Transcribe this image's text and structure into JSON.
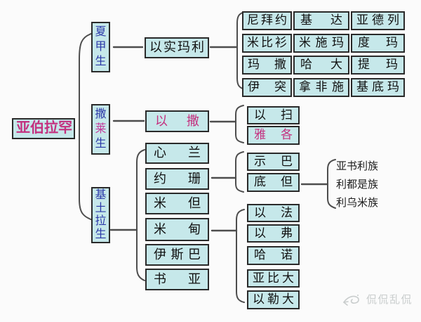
{
  "colors": {
    "box_fill": "#c6e8ea",
    "box_border": "#2a2a2a",
    "connector_line": "#4d4d4d",
    "name_text": "#111111",
    "mother_text": "#2b38a8",
    "highlight_text": "#c4307f",
    "watermark_text": "#c9cdcd",
    "background": "#fbfbfb"
  },
  "root": {
    "label": "亚伯拉罕",
    "color": "#c4307f"
  },
  "mothers": [
    {
      "id": "hagar",
      "chars": [
        {
          "t": "夏",
          "color": "#2b38a8"
        },
        {
          "t": "甲",
          "color": "#2b38a8"
        },
        {
          "t": "生",
          "color": "#2b38a8"
        }
      ]
    },
    {
      "id": "sarai",
      "chars": [
        {
          "t": "撒",
          "color": "#2b38a8"
        },
        {
          "t": "莱",
          "color": "#c23a9b"
        },
        {
          "t": "生",
          "color": "#2b38a8"
        }
      ]
    },
    {
      "id": "keturah",
      "chars": [
        {
          "t": "基",
          "color": "#2b38a8"
        },
        {
          "t": "土",
          "color": "#2b38a8"
        },
        {
          "t": "拉",
          "color": "#2b38a8"
        },
        {
          "t": "生",
          "color": "#2b38a8"
        }
      ]
    }
  ],
  "ishmael": {
    "name": "以实玛利",
    "sons": [
      [
        "尼拜约",
        "基达",
        "亚德列"
      ],
      [
        "米比衫",
        "米施玛",
        "度玛"
      ],
      [
        "玛撒",
        "哈大",
        "提玛"
      ],
      [
        "伊突",
        "拿非施",
        "基底玛"
      ]
    ]
  },
  "isaac": {
    "name": "以撒",
    "color": "#c4307f",
    "sons": [
      {
        "label": "以扫",
        "color": "#111111"
      },
      {
        "label": "雅各",
        "color": "#c4307f"
      }
    ]
  },
  "keturah_sons": [
    "心兰",
    "约珊",
    "米但",
    "米甸",
    "伊斯巴",
    "书亚"
  ],
  "jokshan_sons": [
    "示巴",
    "底但"
  ],
  "dedan_clans": [
    "亚书利族",
    "利都是族",
    "利乌米族"
  ],
  "midian_sons": [
    "以法",
    "以弗",
    "哈诺",
    "亚比大",
    "以勒大"
  ],
  "watermark": {
    "label": "侃侃乱侃"
  }
}
